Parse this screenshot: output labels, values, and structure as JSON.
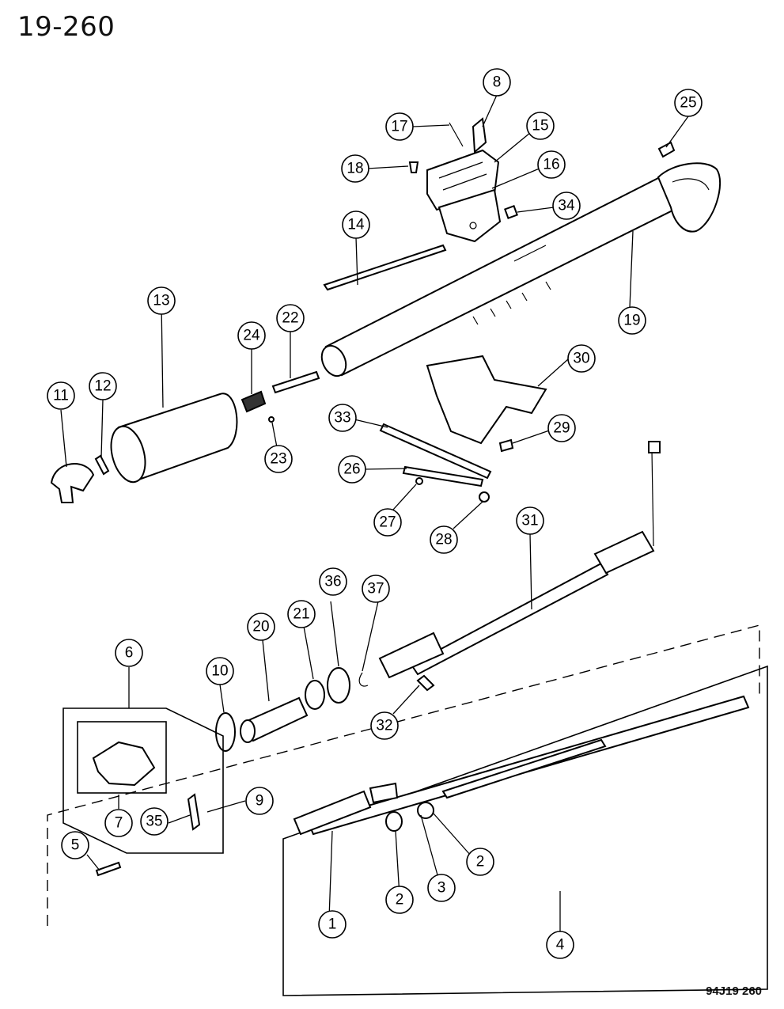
{
  "page_ref": "19-260",
  "figure_code": "94J19 260",
  "callouts": {
    "c1": "1",
    "c2a": "2",
    "c2b": "2",
    "c3": "3",
    "c4": "4",
    "c5": "5",
    "c6": "6",
    "c7": "7",
    "c8": "8",
    "c9": "9",
    "c10": "10",
    "c11": "11",
    "c12": "12",
    "c13": "13",
    "c14": "14",
    "c15": "15",
    "c16": "16",
    "c17": "17",
    "c18": "18",
    "c19": "19",
    "c20": "20",
    "c21": "21",
    "c22": "22",
    "c23": "23",
    "c24": "24",
    "c25": "25",
    "c26": "26",
    "c27": "27",
    "c28": "28",
    "c29": "29",
    "c30": "30",
    "c31": "31",
    "c32": "32",
    "c33": "33",
    "c34": "34",
    "c35": "35",
    "c36": "36",
    "c37": "37"
  }
}
